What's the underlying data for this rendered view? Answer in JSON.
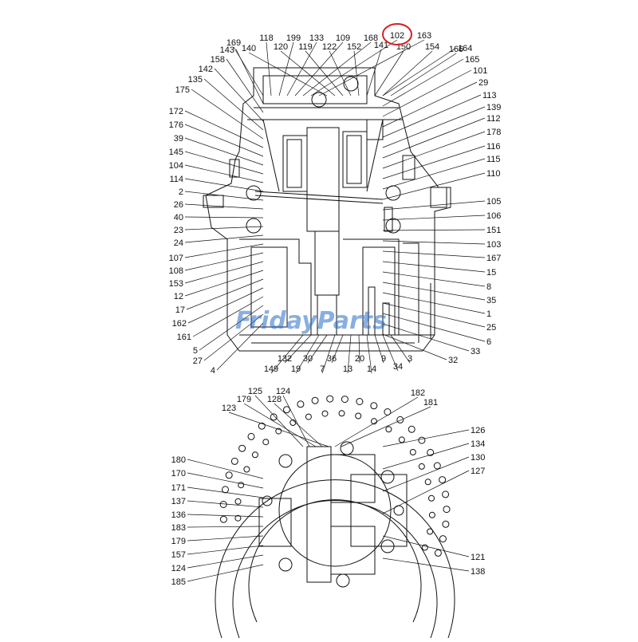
{
  "watermark": {
    "brand": "FridayParts",
    "color": "#2a6fc9",
    "accent": "#e8a21a"
  },
  "highlight": {
    "part": "102",
    "color": "#d42020"
  },
  "top_labels": [
    "169",
    "118",
    "199",
    "133",
    "109",
    "168",
    "102",
    "163",
    "140",
    "120",
    "119",
    "122",
    "152",
    "141",
    "150",
    "154",
    "166"
  ],
  "left_labels": [
    "143",
    "158",
    "142",
    "135",
    "175",
    "172",
    "176",
    "39",
    "145",
    "104",
    "114",
    "2",
    "26",
    "40",
    "23",
    "24",
    "107",
    "108",
    "153",
    "12",
    "17",
    "162",
    "161",
    "5",
    "27",
    "4"
  ],
  "right_labels": [
    "164",
    "165",
    "101",
    "29",
    "113",
    "139",
    "112",
    "178",
    "116",
    "115",
    "110",
    "105",
    "106",
    "151",
    "103",
    "167",
    "15",
    "8",
    "35",
    "1",
    "25",
    "6",
    "33",
    "32"
  ],
  "bottom_labels": [
    "149",
    "132",
    "19",
    "30",
    "7",
    "36",
    "13",
    "20",
    "14",
    "9",
    "34",
    "3"
  ],
  "lower_top_labels": [
    "125",
    "124",
    "179",
    "128",
    "123",
    "182",
    "181"
  ],
  "lower_left_labels": [
    "180",
    "170",
    "171",
    "137",
    "136",
    "183",
    "179",
    "157",
    "124",
    "185"
  ],
  "lower_right_labels": [
    "126",
    "134",
    "130",
    "127",
    "121",
    "138"
  ]
}
